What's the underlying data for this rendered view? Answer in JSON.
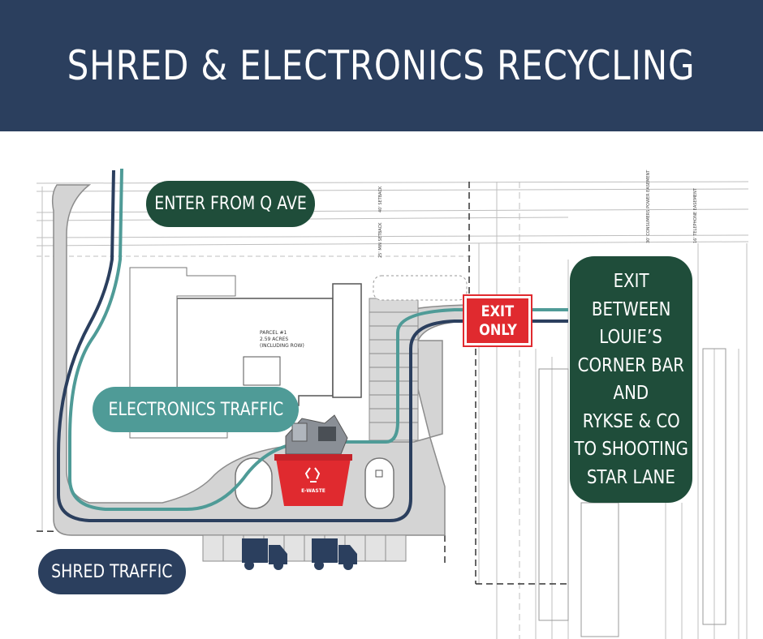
{
  "header": {
    "title": "SHRED & ELECTRONICS RECYCLING"
  },
  "labels": {
    "enter": "ENTER FROM Q AVE",
    "electronics_traffic": "ELECTRONICS TRAFFIC",
    "shred_traffic": "SHRED TRAFFIC",
    "exit_sign": [
      "EXIT",
      "ONLY"
    ],
    "exit_directions": [
      "EXIT",
      "BETWEEN",
      "LOUIE’S",
      "CORNER BAR",
      "AND",
      "RYKSE & CO",
      "TO SHOOTING",
      "STAR LANE"
    ]
  },
  "site_plan_text": {
    "parcel": [
      "PARCEL #1",
      "2.59 ACRES",
      "(INCLUDING ROW)"
    ],
    "setback_1": "40' SETBACK",
    "setback_2": "25' MIN SETBACK",
    "power_easement": "30' CONSUMERS POWER EASEMENT",
    "telephone_easement": "16' TELEPHONE EASEMENT",
    "bin_label": "E-WASTE"
  },
  "icons": {
    "recycle": "recycle-icon",
    "truck": "truck-icon"
  },
  "colors": {
    "header_bg": "#2b3f5e",
    "dark_green": "#1f4d3a",
    "teal": "#4f9b97",
    "navy": "#2b3f5e",
    "red": "#e02a2f"
  }
}
